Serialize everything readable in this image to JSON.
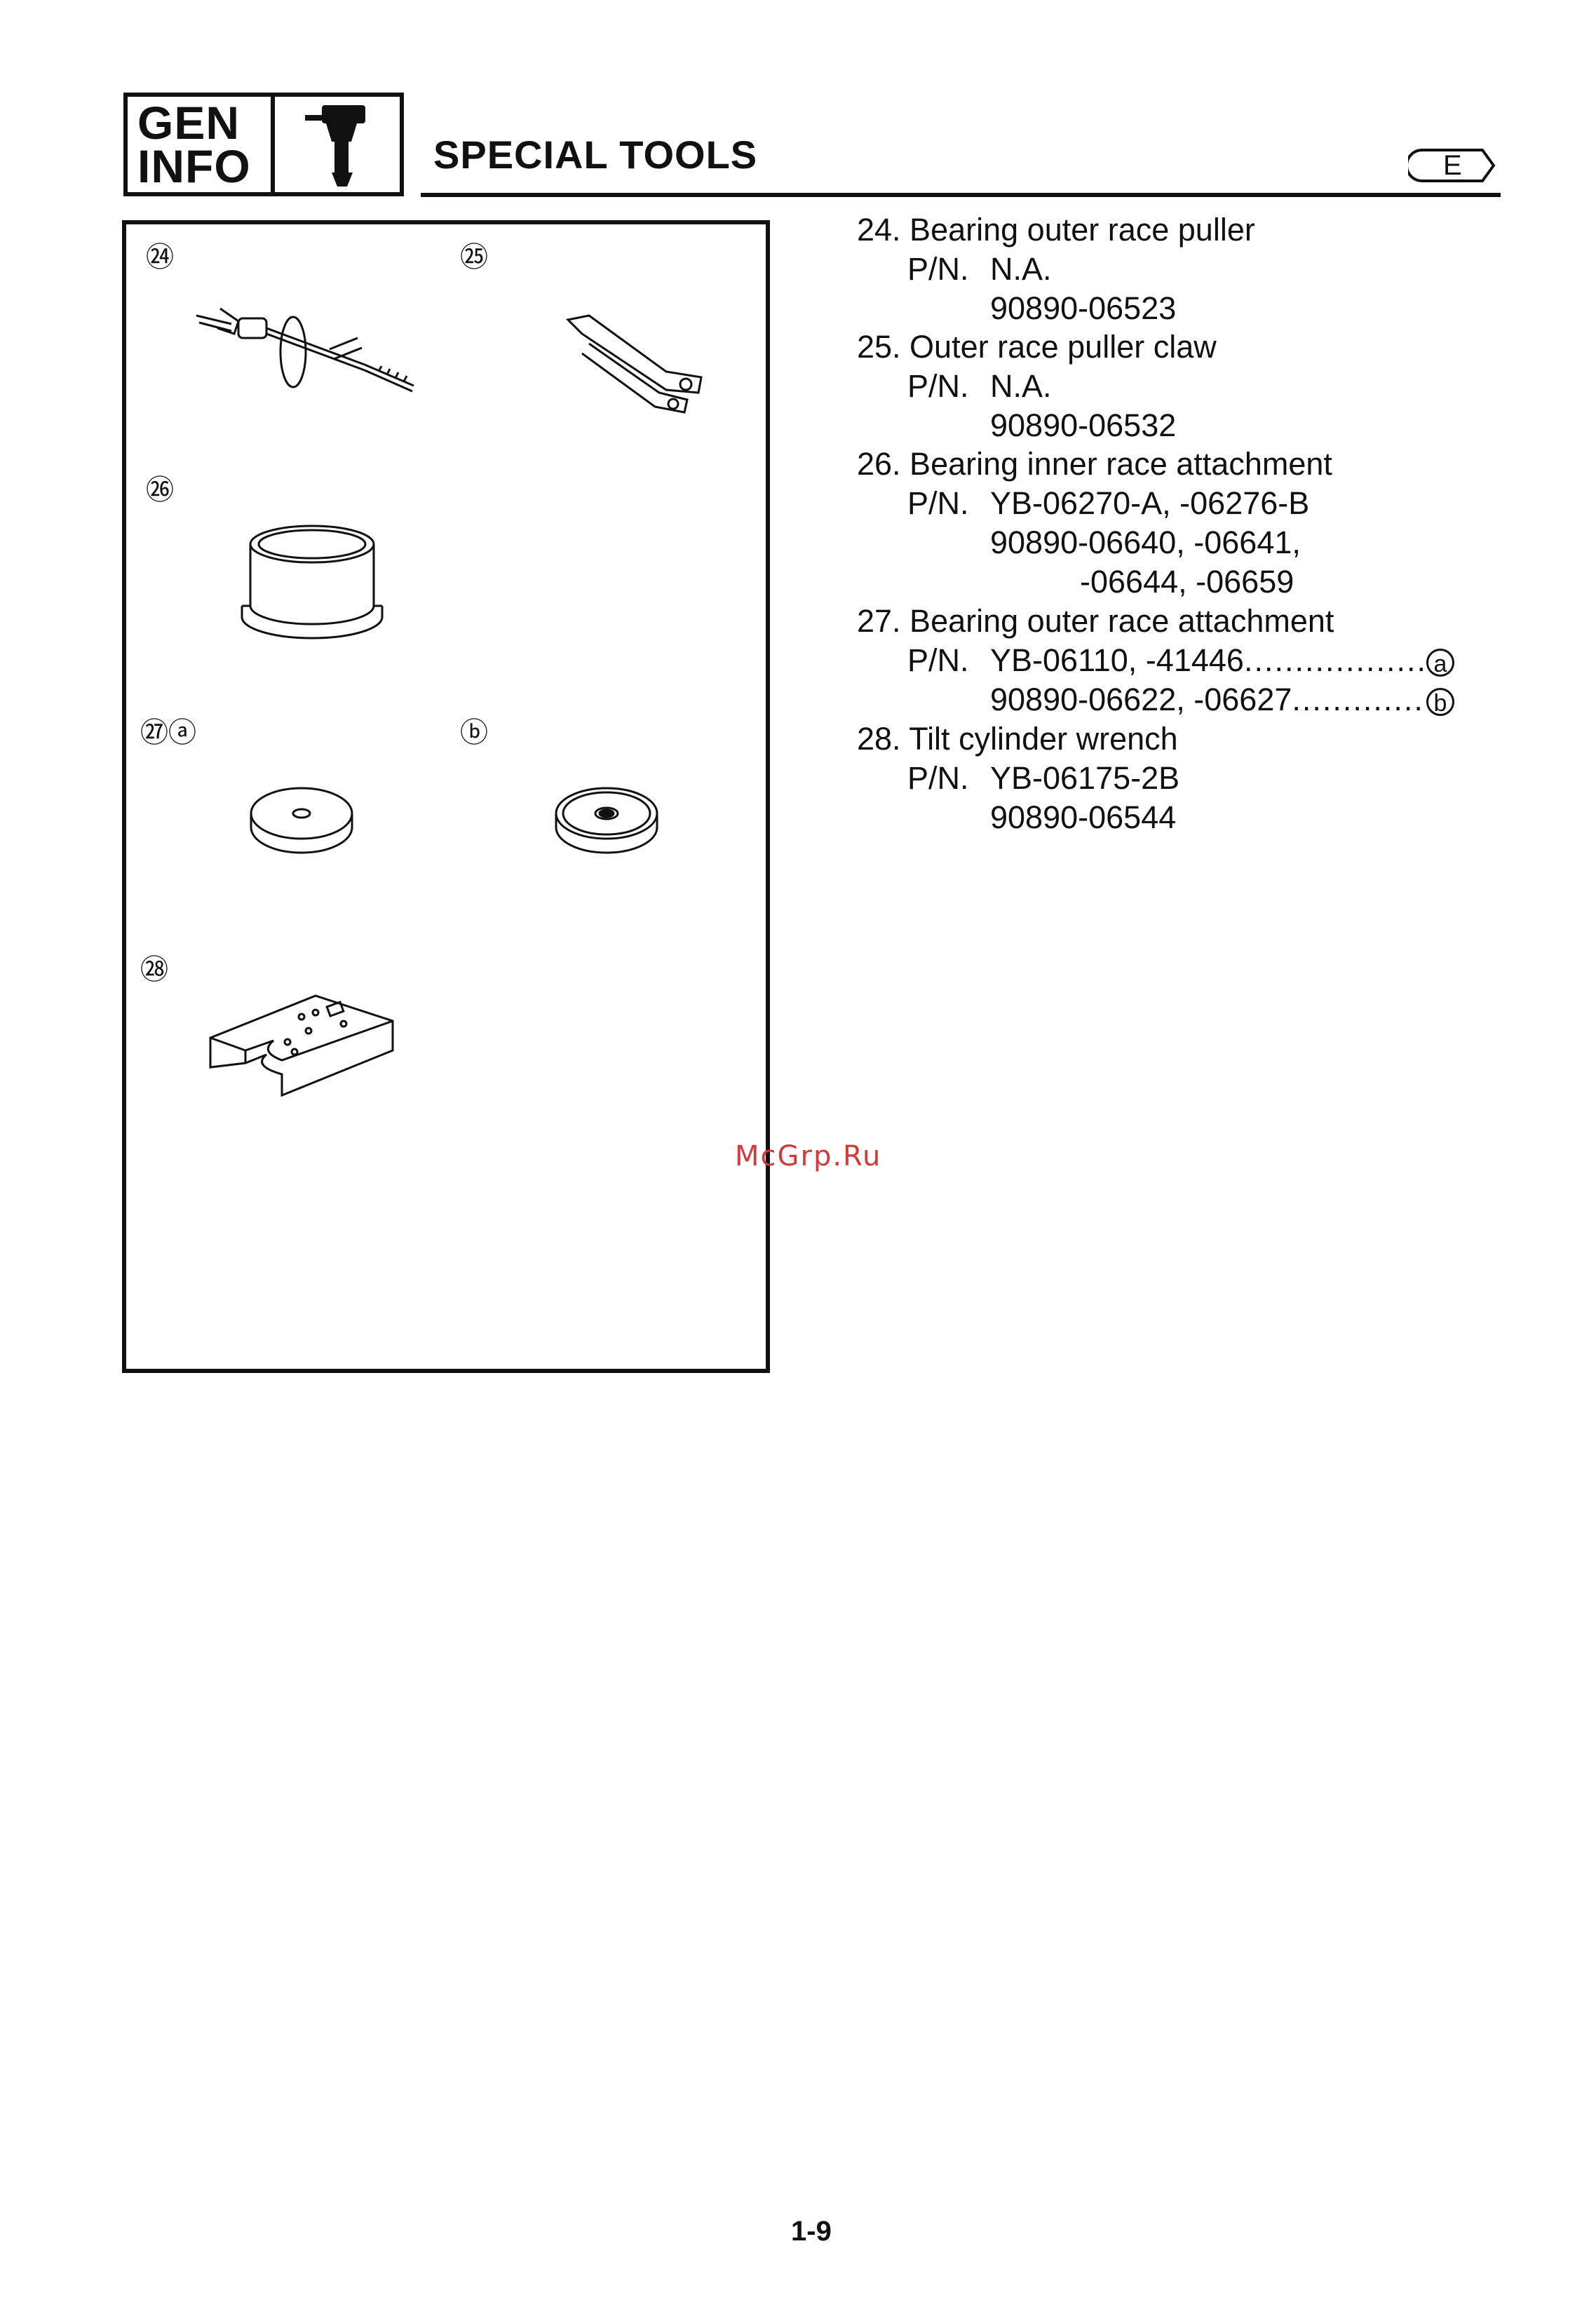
{
  "header": {
    "section_line1": "GEN",
    "section_line2": "INFO",
    "title": "SPECIAL TOOLS",
    "lang": "E"
  },
  "figures": [
    {
      "label": "㉔"
    },
    {
      "label": "㉕"
    },
    {
      "label": "㉖"
    },
    {
      "label": "㉗ⓐ"
    },
    {
      "label": "ⓑ"
    },
    {
      "label": "㉘"
    }
  ],
  "items": [
    {
      "title": "24. Bearing outer race puller",
      "pn_label": "P/N.",
      "pn1": "N.A.",
      "pn2": "90890-06523"
    },
    {
      "title": "25. Outer race puller claw",
      "pn_label": "P/N.",
      "pn1": "N.A.",
      "pn2": "90890-06532"
    },
    {
      "title": "26. Bearing inner race attachment",
      "pn_label": "P/N.",
      "pn1": "YB-06270-A, -06276-B",
      "pn2": "90890-06640, -06641,",
      "pn3": "-06644, -06659"
    },
    {
      "title": "27. Bearing outer race attachment",
      "pn_label": "P/N.",
      "pn1": "YB-06110, -41446",
      "pn1_dots": "..................",
      "pn1_ref": "a",
      "pn2": "90890-06622, -06627",
      "pn2_dots": ".............",
      "pn2_ref": "b"
    },
    {
      "title": "28. Tilt cylinder wrench",
      "pn_label": "P/N.",
      "pn1": "YB-06175-2B",
      "pn2": "90890-06544"
    }
  ],
  "watermark": "McGrp.Ru",
  "page_number": "1-9"
}
